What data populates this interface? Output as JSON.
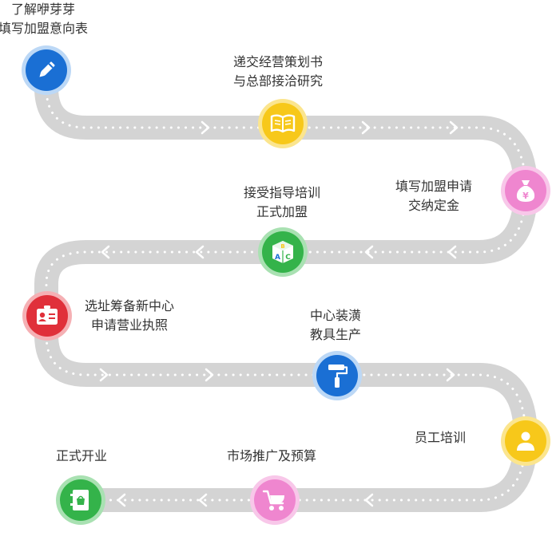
{
  "steps": [
    {
      "line1": "了解咿芽芽",
      "line2": "填写加盟意向表",
      "icon": "pencil-icon",
      "color": "#1a6fd4",
      "ring": "#bcd8f6"
    },
    {
      "line1": "递交经营策划书",
      "line2": "与总部接洽研究",
      "icon": "book-icon",
      "color": "#f7c81a",
      "ring": "#fbe58e"
    },
    {
      "line1": "填写加盟申请",
      "line2": "交纳定金",
      "icon": "money-bag-icon",
      "color": "#ef86cf",
      "ring": "#f8c7e9"
    },
    {
      "line1": "接受指导培训",
      "line2": "正式加盟",
      "icon": "abc-blocks-icon",
      "color": "#34b34a",
      "ring": "#a9e1b2"
    },
    {
      "line1": "选址筹备新中心",
      "line2": "申请营业执照",
      "icon": "id-card-icon",
      "color": "#e0303a",
      "ring": "#f5b0b4"
    },
    {
      "line1": "中心装潢",
      "line2": "教具生产",
      "icon": "paint-roller-icon",
      "color": "#1a6fd4",
      "ring": "#bcd8f6"
    },
    {
      "line1": "员工培训",
      "line2": "",
      "icon": "user-icon",
      "color": "#f7c81a",
      "ring": "#fbe58e"
    },
    {
      "line1": "市场推广及预算",
      "line2": "",
      "icon": "baby-stroller-icon",
      "color": "#ef86cf",
      "ring": "#f8c7e9"
    },
    {
      "line1": "正式开业",
      "line2": "",
      "icon": "shop-icon",
      "color": "#34b34a",
      "ring": "#a9e1b2"
    }
  ]
}
